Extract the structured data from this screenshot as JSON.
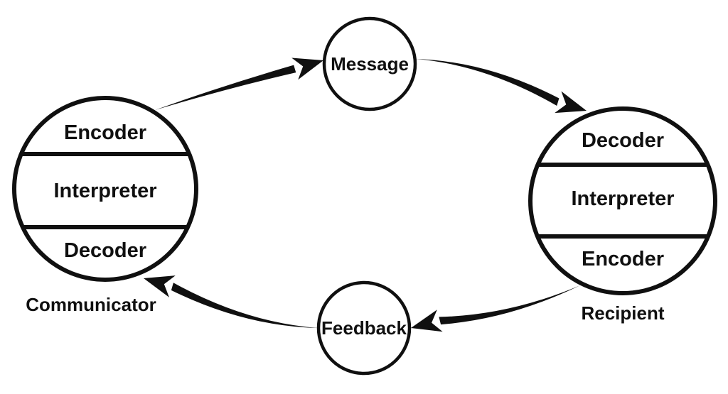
{
  "diagram": {
    "communicator": {
      "label": "Communicator",
      "sections": [
        "Encoder",
        "Interpreter",
        "Decoder"
      ]
    },
    "recipient": {
      "label": "Recipient",
      "sections": [
        "Decoder",
        "Interpreter",
        "Encoder"
      ]
    },
    "message": {
      "label": "Message"
    },
    "feedback": {
      "label": "Feedback"
    },
    "colors": {
      "stroke": "#101010",
      "background": "#ffffff"
    }
  }
}
